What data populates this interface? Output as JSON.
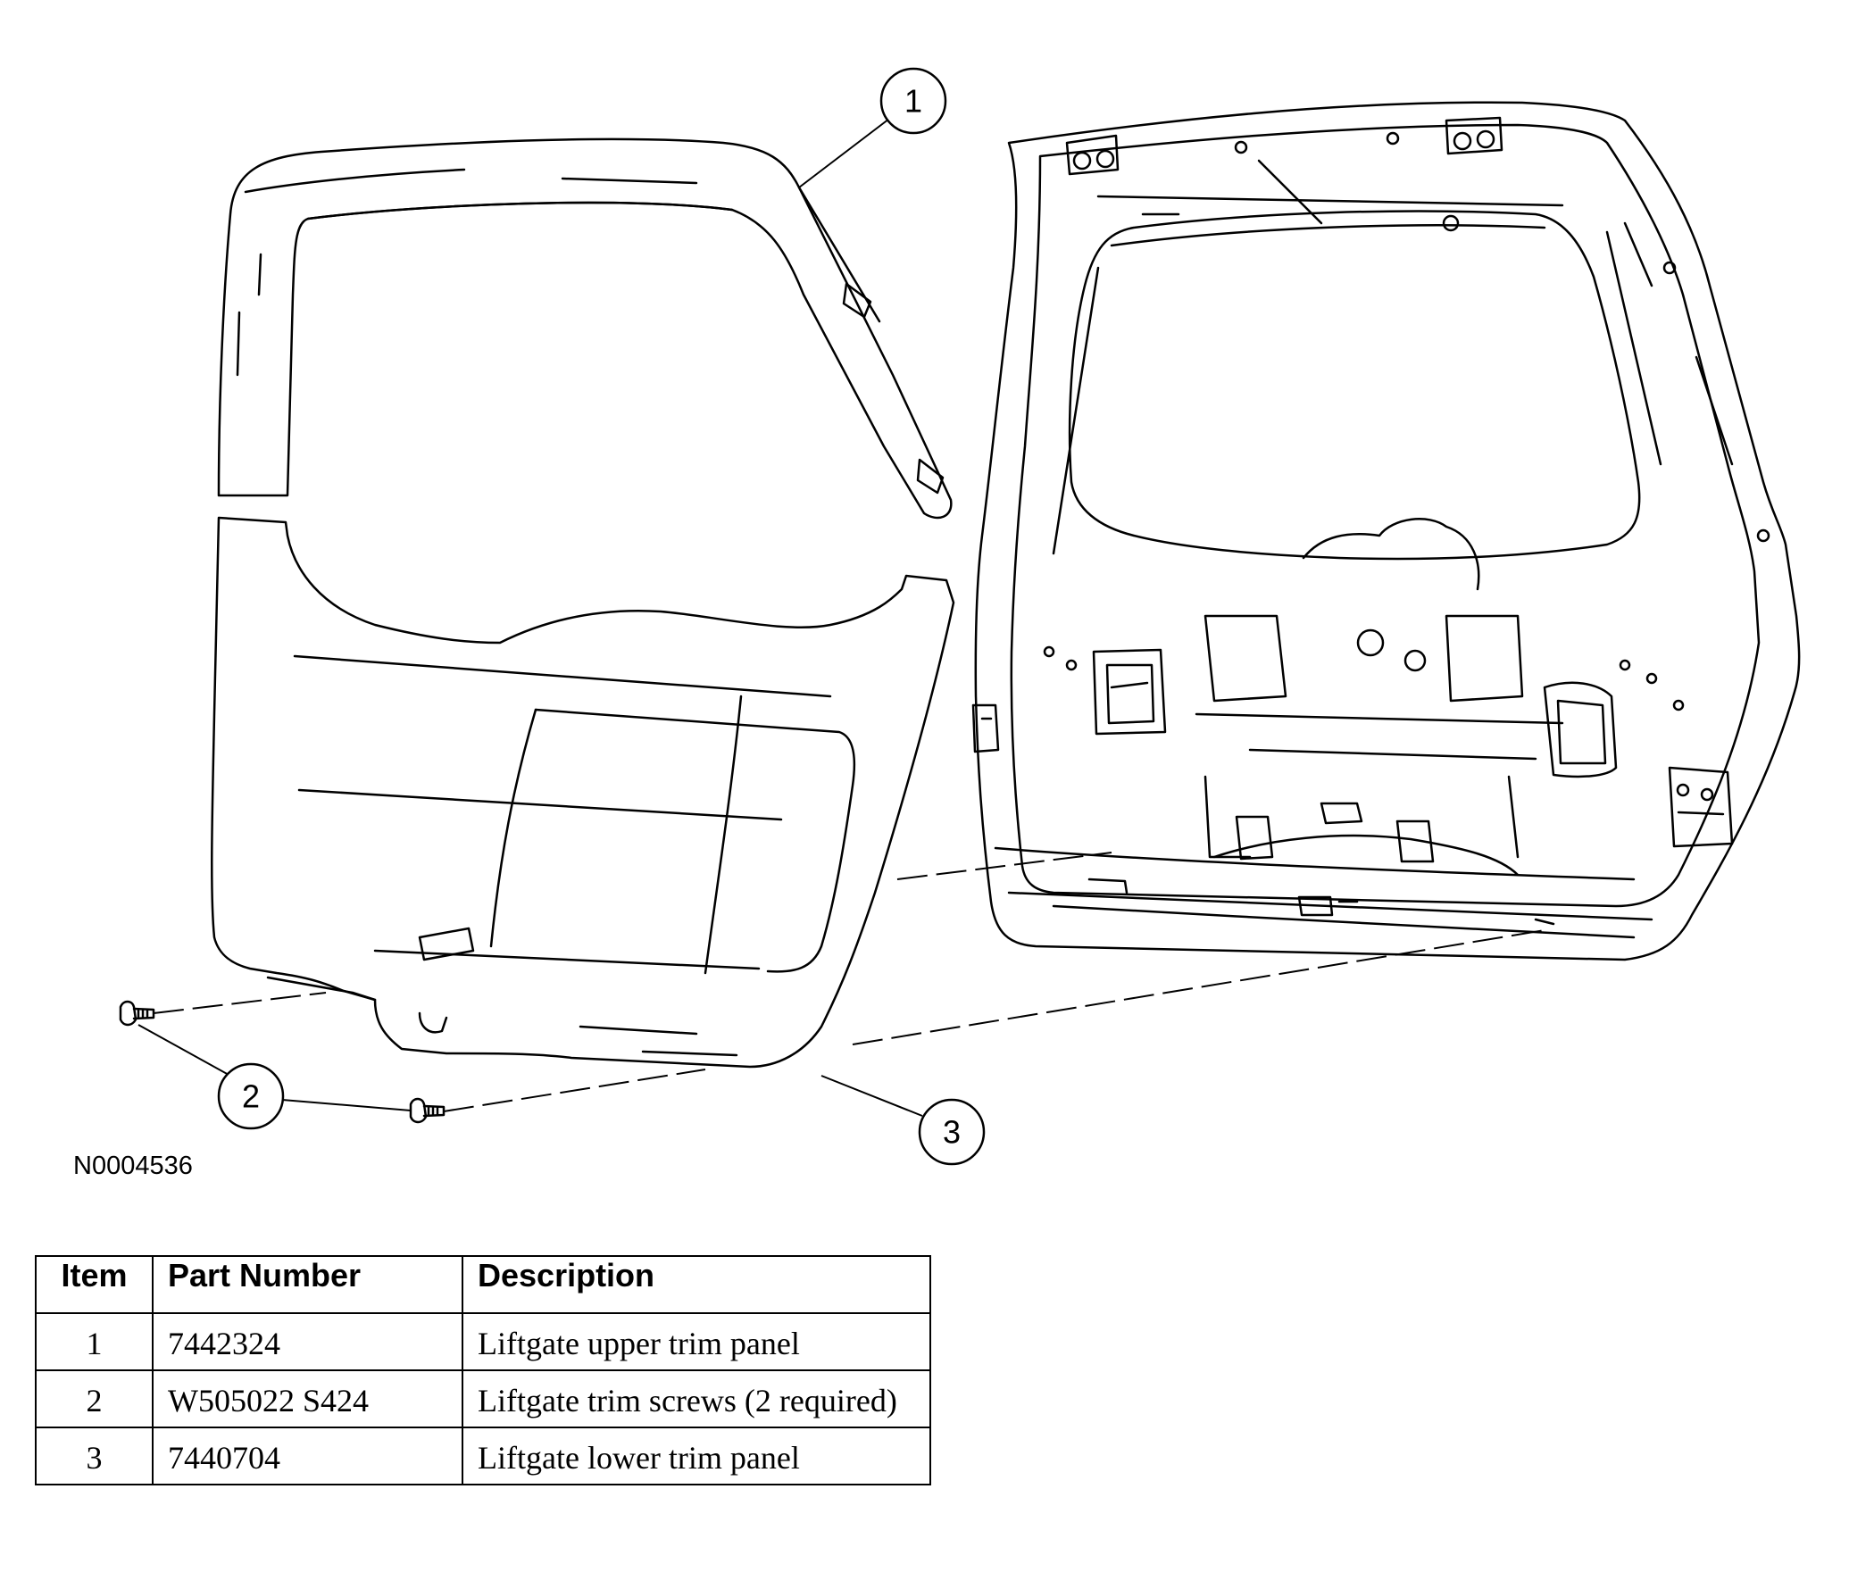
{
  "figure": {
    "id": "N0004536",
    "callouts": [
      "1",
      "2",
      "3"
    ]
  },
  "table": {
    "headers": [
      "Item",
      "Part Number",
      "Description"
    ],
    "rows": [
      {
        "item": "1",
        "part_number": "7442324",
        "description": "Liftgate upper trim panel"
      },
      {
        "item": "2",
        "part_number": "W505022 S424",
        "description": "Liftgate trim screws (2 required)"
      },
      {
        "item": "3",
        "part_number": "7440704",
        "description": "Liftgate lower trim panel"
      }
    ]
  }
}
